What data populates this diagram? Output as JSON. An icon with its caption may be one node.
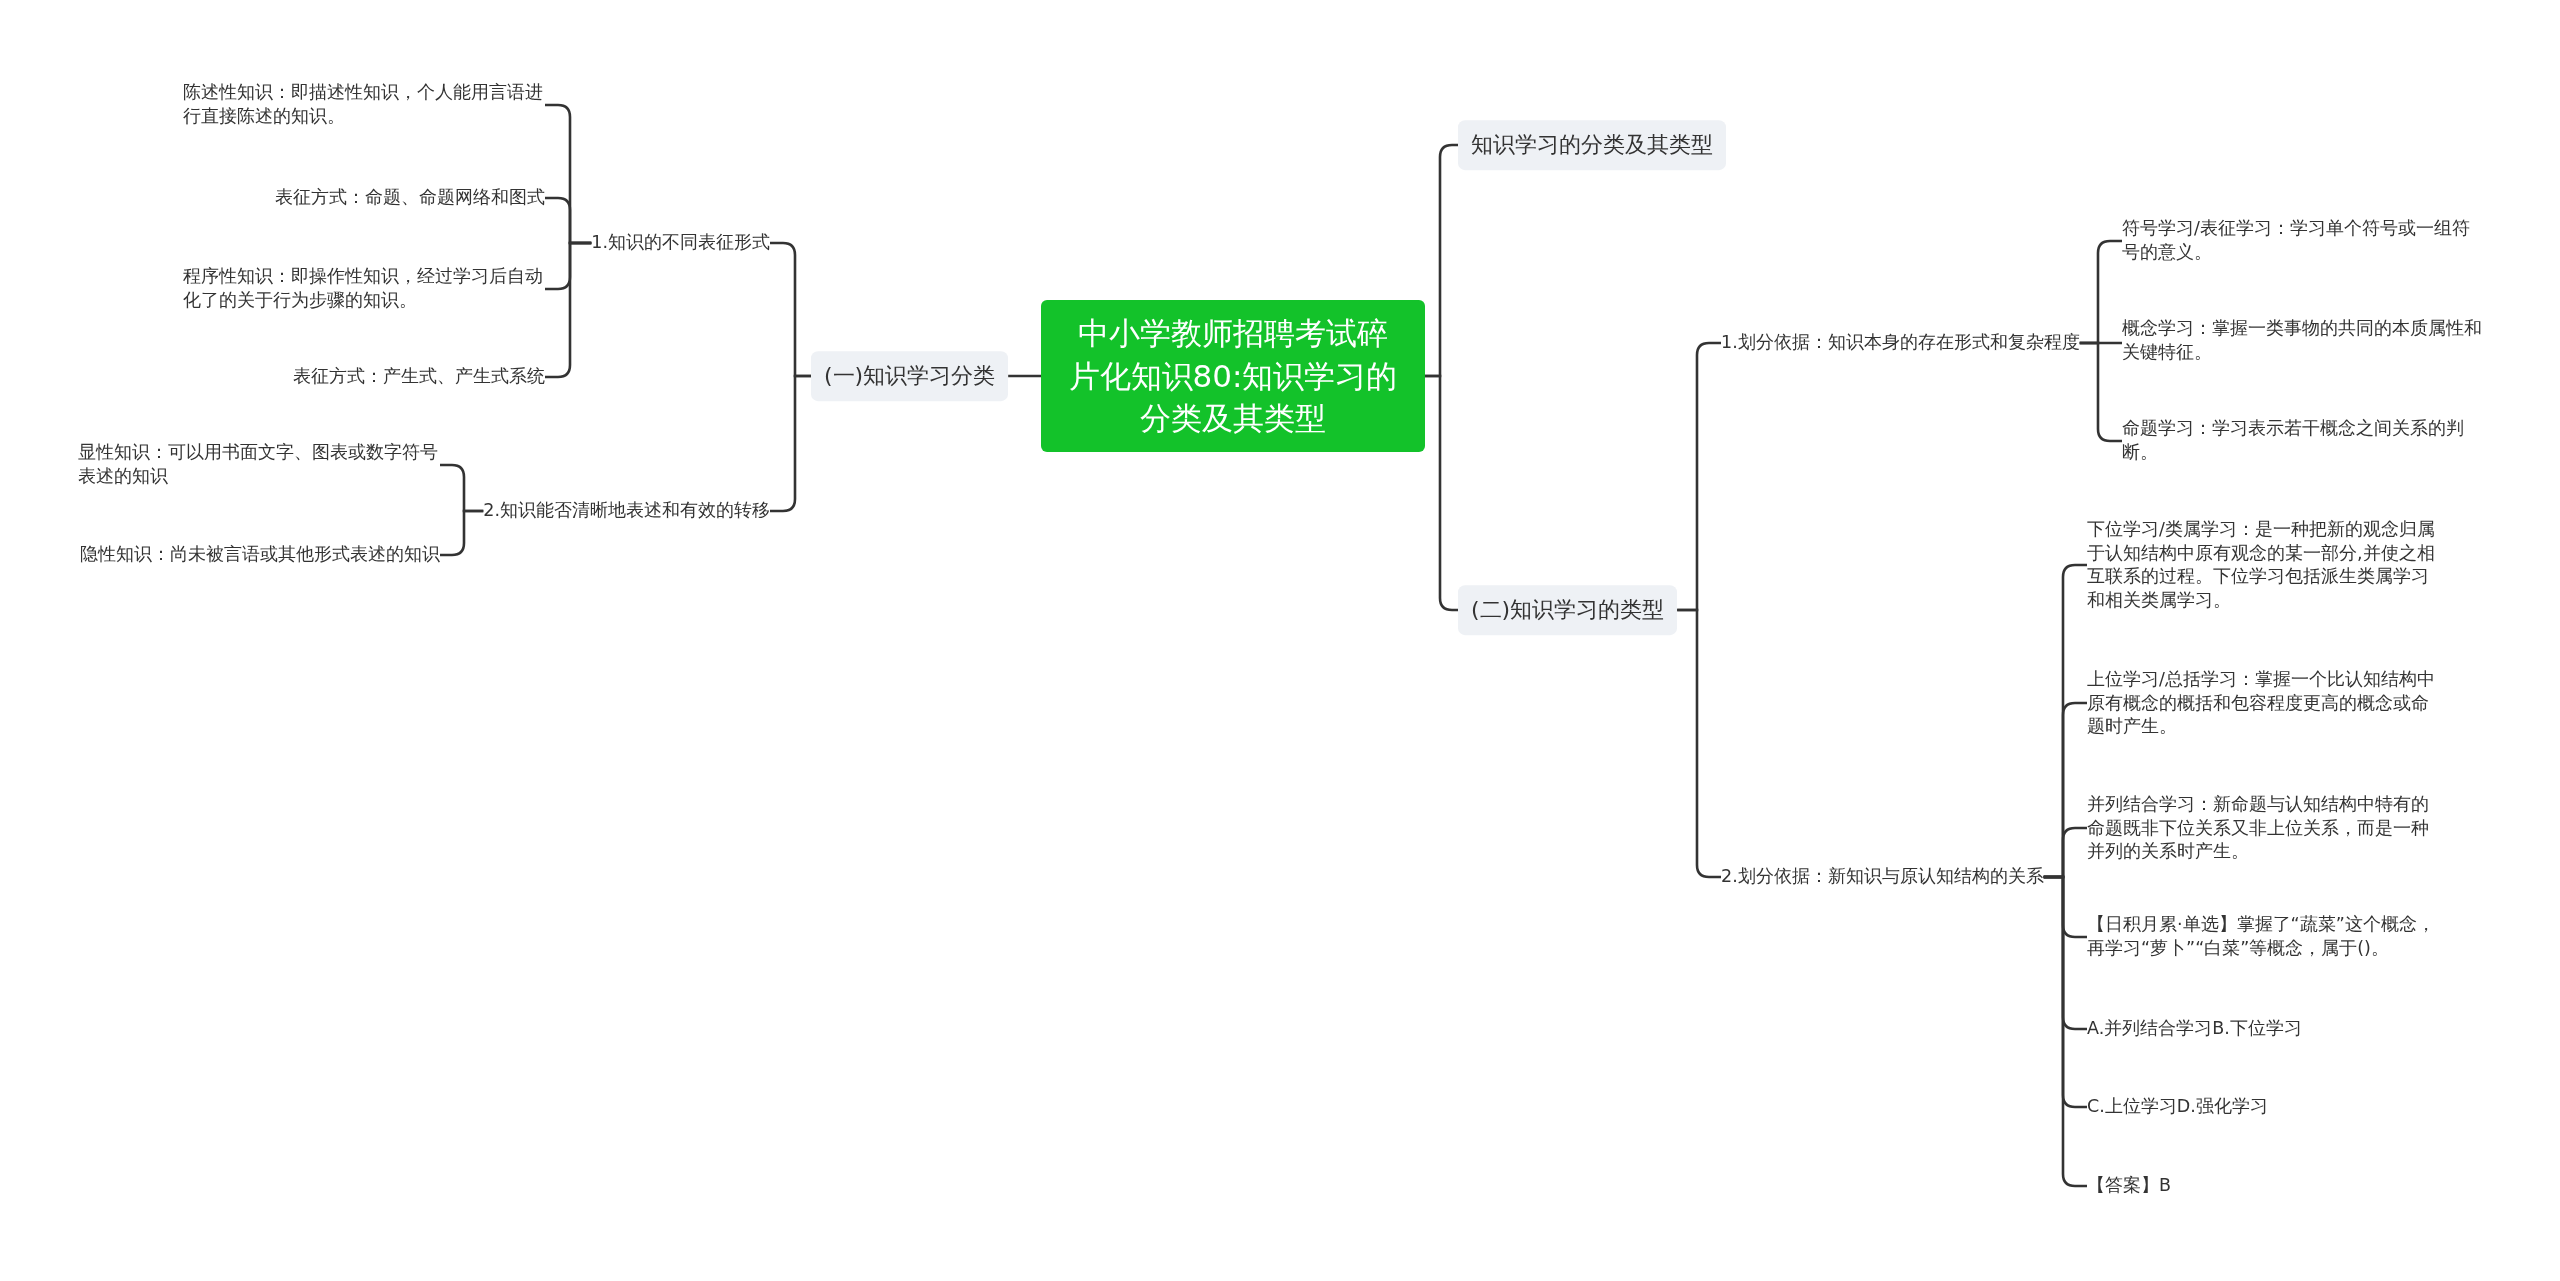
{
  "diagram": {
    "nodes": [
      {
        "text": [
          "中小学教师招聘考试碎片化知识80:知识学习的分类及其类型"
        ]
      },
      {
        "text": [
          "(一)知识学习分类"
        ]
      },
      {
        "text": [
          "1.知识的不同表征形式"
        ]
      },
      {
        "text": [
          "陈述性知识：即描述性知识，个人能用言语进行直接陈述的知识。"
        ]
      },
      {
        "text": [
          "表征方式：命题、命题网络和图式"
        ]
      },
      {
        "text": [
          "程序性知识：即操作性知识，经过学习后自动化了的关于行为步骤的知识。"
        ]
      },
      {
        "text": [
          "表征方式：产生式、产生式系统"
        ]
      },
      {
        "text": [
          "2.知识能否清晰地表述和有效的转移"
        ]
      },
      {
        "text": [
          "显性知识：可以用书面文字、图表或数字符号表述的知识"
        ]
      },
      {
        "text": [
          "隐性知识：尚未被言语或其他形式表述的知识"
        ]
      },
      {
        "text": [
          "知识学习的分类及其类型"
        ]
      },
      {
        "text": [
          "(二)知识学习的类型"
        ]
      },
      {
        "text": [
          "1.划分依据：知识本身的存在形式和复杂程度"
        ]
      },
      {
        "text": [
          "符号学习/表征学习：学习单个符号或一组符号的意义。"
        ]
      },
      {
        "text": [
          "概念学习：掌握一类事物的共同的本质属性和关键特征。"
        ]
      },
      {
        "text": [
          "命题学习：学习表示若干概念之间关系的判断。"
        ]
      },
      {
        "text": [
          "2.划分依据：新知识与原认知结构的关系"
        ]
      },
      {
        "text": [
          "下位学习/类属学习：是一种把新的观念归属于认知结构中原有观念的某一部分,并使之相互联系的过程。下位学习包括派生类属学习和相关类属学习。"
        ]
      },
      {
        "text": [
          "上位学习/总括学习：掌握一个比认知结构中原有概念的概括和包容程度更高的概念或命题时产生。"
        ]
      },
      {
        "text": [
          "并列结合学习：新命题与认知结构中特有的命题既非下位关系又非上位关系，而是一种并列的关系时产生。"
        ]
      },
      {
        "text": [
          "【日积月累·单选】掌握了“蔬菜”这个概念，再学习“萝卜”“白菜”等概念，属于()。"
        ]
      },
      {
        "text": [
          "A.并列结合学习B.下位学习"
        ]
      },
      {
        "text": [
          "C.上位学习D.强化学习"
        ]
      },
      {
        "text": [
          "【答案】B"
        ]
      }
    ],
    "edges": [
      {
        "from": 0,
        "to": 1,
        "arrow": "none"
      },
      {
        "from": 0,
        "to": 10,
        "arrow": "none"
      },
      {
        "from": 0,
        "to": 11,
        "arrow": "none"
      },
      {
        "from": 1,
        "to": 2,
        "arrow": "none"
      },
      {
        "from": 1,
        "to": 7,
        "arrow": "none"
      },
      {
        "from": 2,
        "to": 3,
        "arrow": "none"
      },
      {
        "from": 2,
        "to": 4,
        "arrow": "none"
      },
      {
        "from": 2,
        "to": 5,
        "arrow": "none"
      },
      {
        "from": 2,
        "to": 6,
        "arrow": "none"
      },
      {
        "from": 7,
        "to": 8,
        "arrow": "none"
      },
      {
        "from": 7,
        "to": 9,
        "arrow": "none"
      },
      {
        "from": 11,
        "to": 12,
        "arrow": "none"
      },
      {
        "from": 11,
        "to": 16,
        "arrow": "none"
      },
      {
        "from": 12,
        "to": 13,
        "arrow": "none"
      },
      {
        "from": 12,
        "to": 14,
        "arrow": "none"
      },
      {
        "from": 12,
        "to": 15,
        "arrow": "none"
      },
      {
        "from": 16,
        "to": 17,
        "arrow": "none"
      },
      {
        "from": 16,
        "to": 18,
        "arrow": "none"
      },
      {
        "from": 16,
        "to": 19,
        "arrow": "none"
      },
      {
        "from": 16,
        "to": 20,
        "arrow": "none"
      },
      {
        "from": 16,
        "to": 21,
        "arrow": "none"
      },
      {
        "from": 16,
        "to": 22,
        "arrow": "none"
      },
      {
        "from": 16,
        "to": 23,
        "arrow": "none"
      }
    ]
  }
}
